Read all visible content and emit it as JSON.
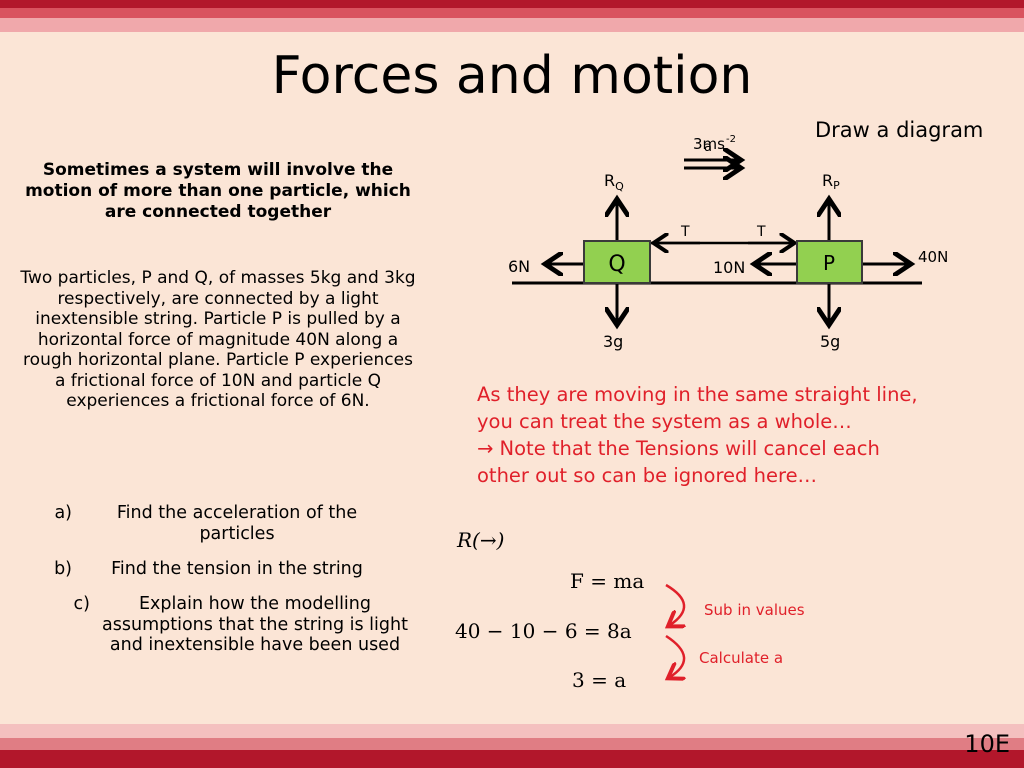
{
  "title": "Forces and motion",
  "draw_diagram": "Draw a diagram",
  "intro": "Sometimes a system will involve the motion of more than one particle, which are connected together",
  "problem": "Two particles, P and Q, of masses 5kg and 3kg respectively, are connected by a light inextensible string. Particle P is pulled by a horizontal force of magnitude 40N along a rough horizontal plane. Particle P experiences a frictional force of 10N and particle Q experiences a frictional force of 6N.",
  "questions": [
    {
      "label": "a)",
      "text": "Find the acceleration of the particles"
    },
    {
      "label": "b)",
      "text": "Find the tension in the string"
    },
    {
      "label": "c)",
      "text": "Explain how the modelling assumptions that the string is light and inextensible have been used"
    }
  ],
  "diagram": {
    "accel_label": "3ms",
    "accel_symbol": "a",
    "accel_exp": "-2",
    "rq": "R",
    "rq_sub": "Q",
    "rp": "R",
    "rp_sub": "P",
    "box_q": "Q",
    "box_p": "P",
    "t1": "T",
    "t2": "T",
    "f6": "6N",
    "f10": "10N",
    "f40": "40N",
    "w3": "3g",
    "w5": "5g"
  },
  "explanation": [
    "As they are moving in the same straight line,",
    "you can treat the system as a whole…",
    "→ Note that the Tensions will cancel each",
    "other out so can be ignored here…"
  ],
  "math": {
    "direction": "R(→)",
    "eq1": "F = ma",
    "eq2": "40 − 10 − 6 = 8a",
    "eq3": "3 = a",
    "note1": "Sub in values",
    "note2": "Calculate a"
  },
  "slide_number": "10E",
  "colors": {
    "background": "#fbe5d6",
    "band_dark": "#b2172b",
    "band_mid": "#d9535f",
    "band_light": "#f0a8ab",
    "box_green": "#92d050",
    "red": "#e0202a"
  }
}
